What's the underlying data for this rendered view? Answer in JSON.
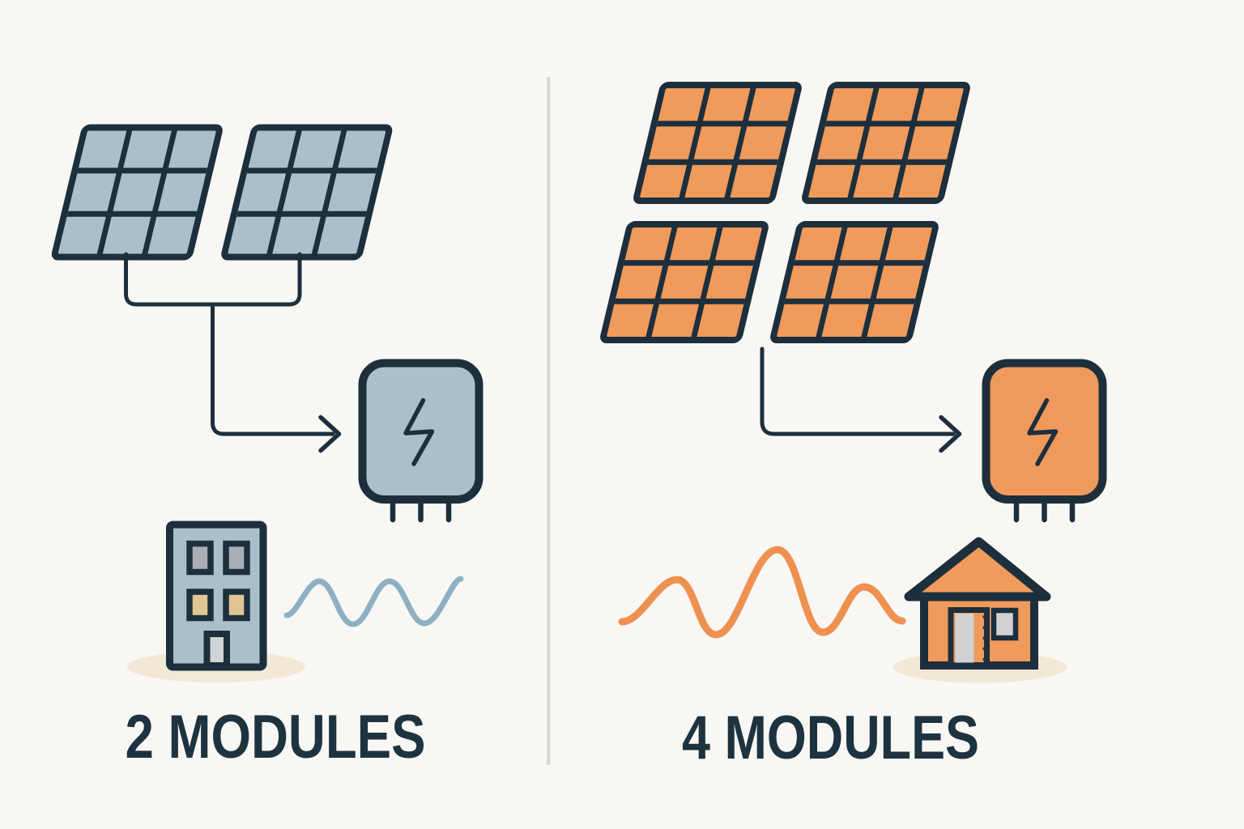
{
  "title": "Solar module count comparison diagram",
  "palette": {
    "bg": "#f8f7f4",
    "ink": "#1d2f3d",
    "text": "#1d333f",
    "divider": "#d9d9d7",
    "panel-blue": "#a9c0cb",
    "panel-orange": "#f09a5b",
    "inverter-blue": "#a9bfca",
    "inverter-orange": "#f0995c",
    "wave-blue": "#8db0c3",
    "wave-orange": "#ee9150",
    "shadow-beige": "#f3e8d6",
    "window-gray": "#a9aeb4",
    "window-tan": "#dfc693",
    "door-gray": "#d1d2d3"
  },
  "left": {
    "label": "2 MODULES",
    "module_count": 2,
    "panel_grid": "3x3",
    "accent_color": "#a9c0cb",
    "elements": [
      "solar-panel",
      "solar-panel",
      "connector-arrow",
      "inverter",
      "building",
      "ac-wave"
    ]
  },
  "right": {
    "label": "4 MODULES",
    "module_count": 4,
    "panel_grid": "3x3",
    "accent_color": "#f09a5b",
    "elements": [
      "solar-panel",
      "solar-panel",
      "solar-panel",
      "solar-panel",
      "connector-arrow",
      "inverter",
      "ac-wave",
      "house"
    ]
  }
}
